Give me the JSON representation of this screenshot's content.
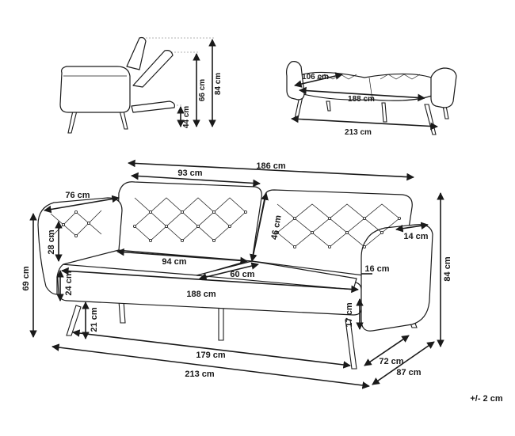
{
  "side_view": {
    "height_total": "84 cm",
    "height_back": "66 cm",
    "height_seat": "44 cm"
  },
  "bed_view": {
    "depth": "106 cm",
    "bed_length": "188 cm",
    "total_length": "213 cm"
  },
  "main_view": {
    "back_width": "186 cm",
    "half_back_width": "93 cm",
    "arm_depth": "76 cm",
    "arm_height": "28 cm",
    "back_height": "46 cm",
    "arm_width": "14 cm",
    "seat_width": "94 cm",
    "seat_depth": "60 cm",
    "arm_inner": "16 cm",
    "total_height": "84 cm",
    "seat_height": "69 cm",
    "cushion_thickness": "24 cm",
    "inner_length": "188 cm",
    "leg_front": "21 cm",
    "leg_back": "17 cm",
    "base_length": "179 cm",
    "total_length": "213 cm",
    "side_depth": "72 cm",
    "total_depth": "87 cm"
  },
  "tolerance": "+/- 2 cm"
}
